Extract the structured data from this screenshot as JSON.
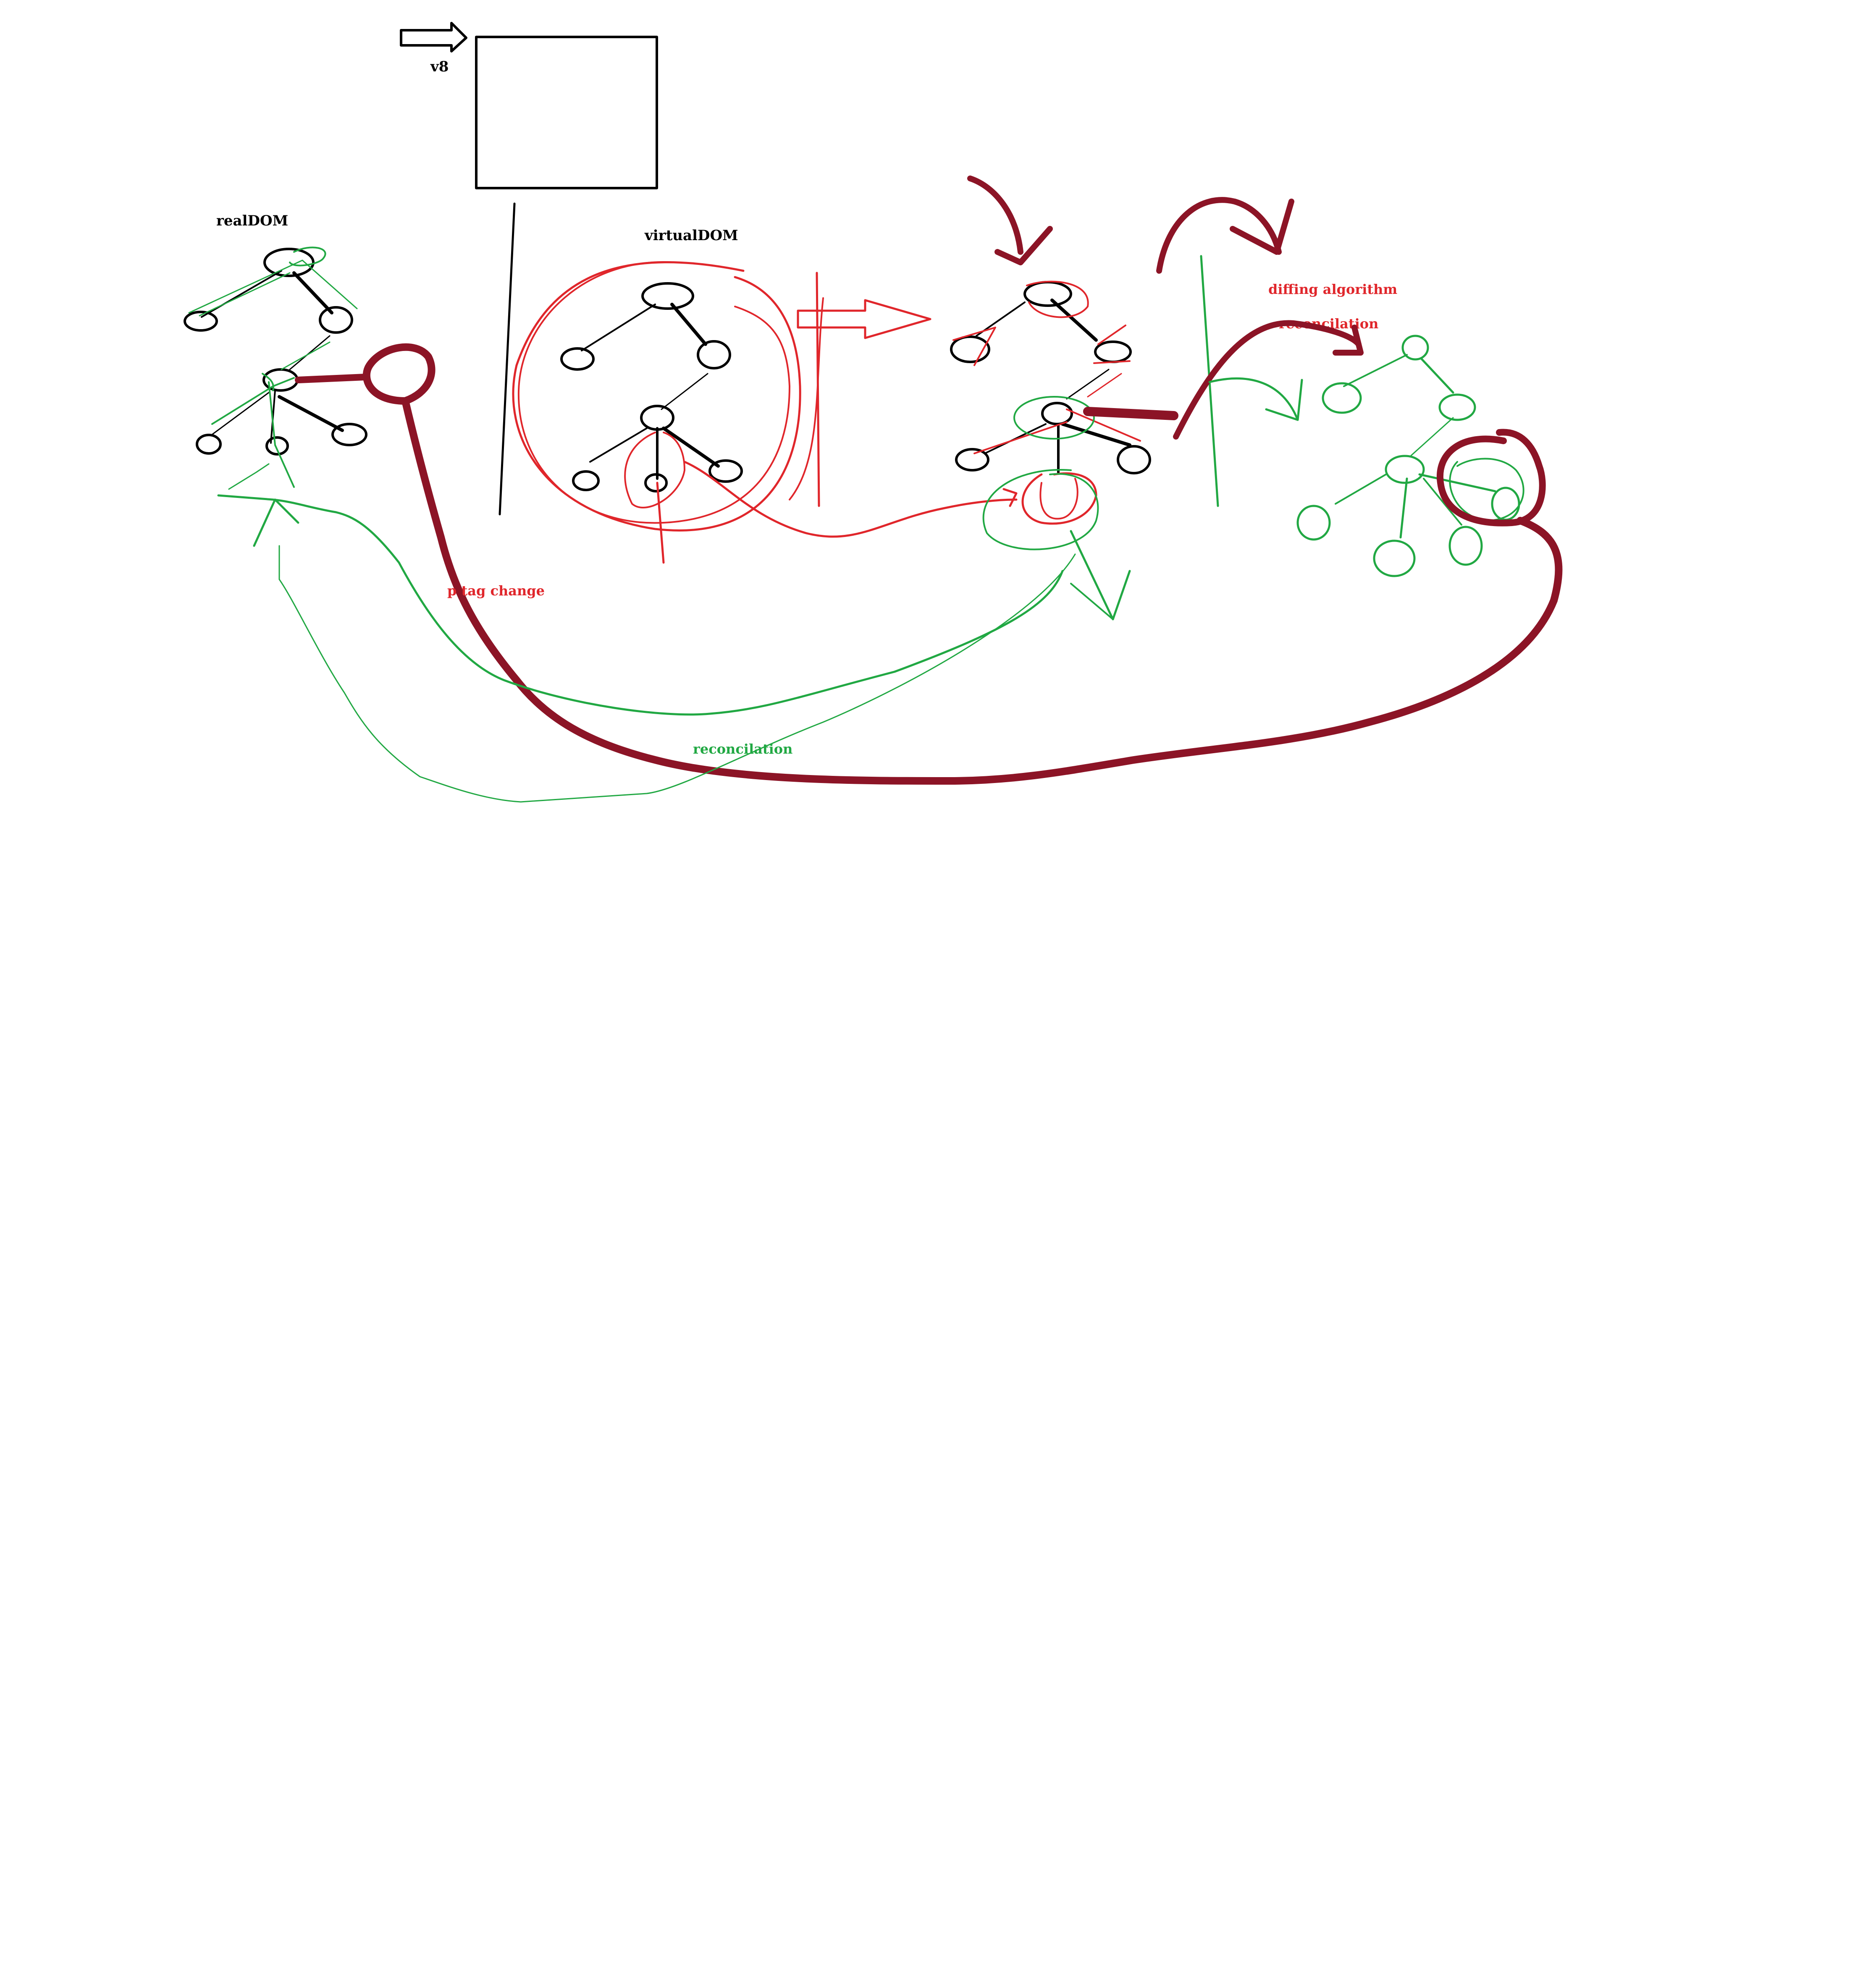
{
  "labels": {
    "v8": "v8",
    "real_dom": "realDOM",
    "virtual_dom": "virtualDOM",
    "diffing": "diffing algorithm",
    "reconciliation_top": "reconcilation",
    "p_tag_change": "p tag change",
    "reconciliation_bottom": "reconcilation"
  },
  "colors": {
    "ink": "#000000",
    "red": "#e0262b",
    "green": "#21a843",
    "maroon": "#8c1426",
    "background": "#ffffff"
  }
}
